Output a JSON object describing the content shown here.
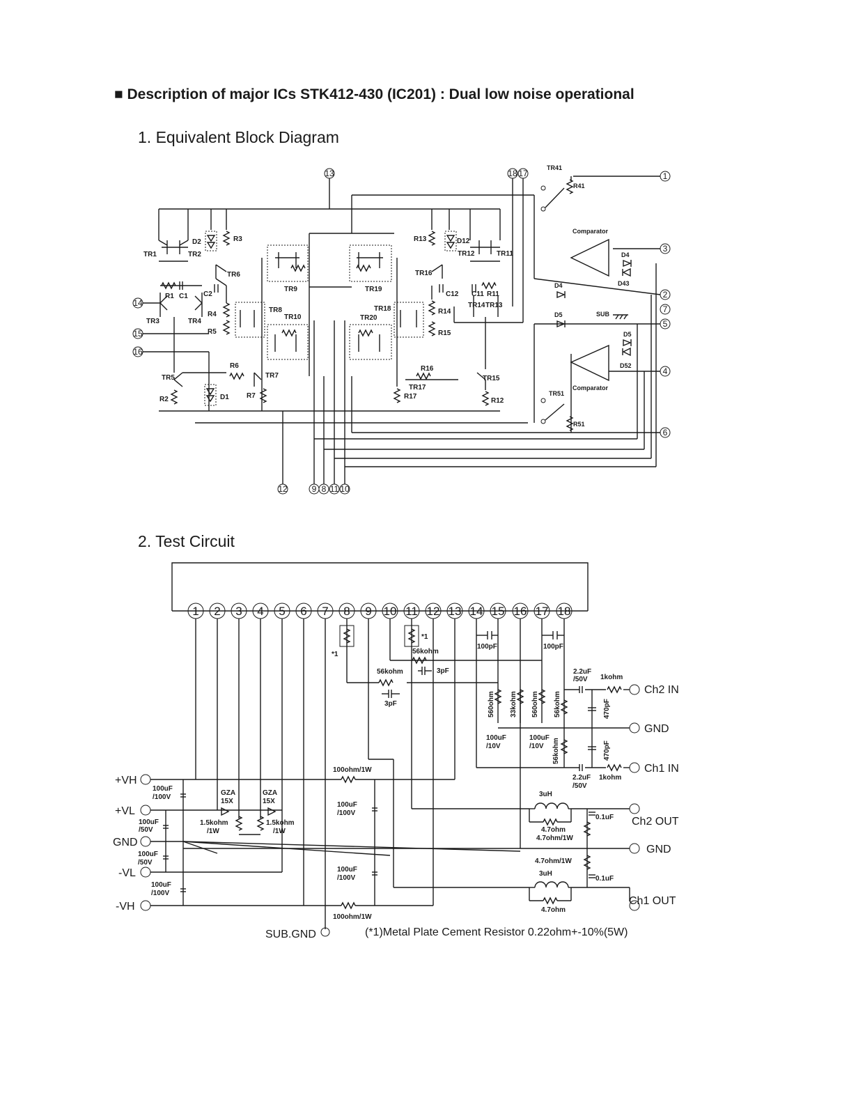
{
  "heading": "■ Description of major ICs STK412-430 (IC201) : Dual low noise operational",
  "section1_title": "1. Equivalent Block Diagram",
  "section2_title": "2. Test Circuit",
  "block_diagram": {
    "pins_top": [
      "13",
      "18",
      "17",
      "1"
    ],
    "pins_right": [
      "3",
      "2",
      "7",
      "5",
      "4",
      "6"
    ],
    "pins_left": [
      "14",
      "15",
      "16"
    ],
    "pins_bottom": [
      "12",
      "9",
      "8",
      "11",
      "10"
    ],
    "labels": {
      "tr41": "TR41",
      "r41": "R41",
      "comp1": "Comparator",
      "comp2": "Comparator",
      "d4a": "D4",
      "d43": "D43",
      "d4b": "D4",
      "d5a": "D5",
      "d5b": "D5",
      "d52": "D52",
      "sub": "SUB",
      "tr51": "TR51",
      "r51": "R51",
      "tr1": "TR1",
      "tr2": "TR2",
      "d2": "D2",
      "r3": "R3",
      "tr6": "TR6",
      "c2": "C2",
      "r1": "R1",
      "c1": "C1",
      "tr3": "TR3",
      "tr4": "TR4",
      "r4": "R4",
      "r5": "R5",
      "tr8": "TR8",
      "tr9": "TR9",
      "tr10": "TR10",
      "tr19": "TR19",
      "tr18": "TR18",
      "tr20": "TR20",
      "r13": "R13",
      "d12": "D12",
      "tr12": "TR12",
      "tr11": "TR11",
      "tr16": "TR16",
      "c12": "C12",
      "c11": "C11",
      "r11": "R11",
      "tr14": "TR14",
      "tr13": "TR13",
      "r14": "R14",
      "r15": "R15",
      "tr5": "TR5",
      "r6": "R6",
      "tr7": "TR7",
      "r2": "R2",
      "d1": "D1",
      "r7": "R7",
      "r16": "R16",
      "tr17": "TR17",
      "tr15": "TR15",
      "r17": "R17",
      "r12": "R12"
    }
  },
  "test_circuit": {
    "pins": [
      "1",
      "2",
      "3",
      "4",
      "5",
      "6",
      "7",
      "8",
      "9",
      "10",
      "11",
      "12",
      "13",
      "14",
      "15",
      "16",
      "17",
      "18"
    ],
    "terminals_left": [
      "+VH",
      "+VL",
      "GND",
      "-VL",
      "-VH"
    ],
    "terminals_right": [
      "Ch2 IN",
      "GND",
      "Ch1 IN",
      "Ch2 OUT",
      "GND",
      "Ch1 OUT"
    ],
    "sub_gnd": "SUB.GND",
    "footnote": "(*1)Metal Plate Cement Resistor 0.22ohm+-10%(5W)",
    "labels": {
      "star1a": "*1",
      "star1b": "*1",
      "c100pf_a": "100pF",
      "c100pf_b": "100pF",
      "r56k_a": "56kohm",
      "c3pf_a": "3pF",
      "r56k_b": "56kohm",
      "c3pf_b": "3pF",
      "r560_a": "560ohm",
      "r33k": "33kohm",
      "r560_b": "560ohm",
      "r56k_c": "56kohm",
      "c22_top1": "2.2uF",
      "c22_top2": "/50V",
      "r1k_top": "1kohm",
      "c470_a": "470pF",
      "c100_10_a1": "100uF",
      "c100_10_a2": "/10V",
      "c100_10_b1": "100uF",
      "c100_10_b2": "/10V",
      "r56k_d": "56kohm",
      "c470_b": "470pF",
      "c22_bot1": "2.2uF",
      "c22_bot2": "/50V",
      "r1k_bot": "1kohm",
      "r100_top": "100ohm/1W",
      "r100_bot": "100ohm/1W",
      "c100_100_a1": "100uF",
      "c100_100_a2": "/100V",
      "gza1a": "GZA",
      "gza1b": "15X",
      "gza2a": "GZA",
      "gza2b": "15X",
      "r15k_a1": "1.5kohm",
      "r15k_a2": "/1W",
      "r15k_b1": "1.5kohm",
      "r15k_b2": "/1W",
      "c100_50_a1": "100uF",
      "c100_50_a2": "/50V",
      "c100_50_b1": "100uF",
      "c100_50_b2": "/50V",
      "c100_100_b1": "100uF",
      "c100_100_b2": "/100V",
      "c100_100_c1": "100uF",
      "c100_100_c2": "/100V",
      "c100_100_d1": "100uF",
      "c100_100_d2": "/100V",
      "l3uh_a": "3uH",
      "r47_a": "4.7ohm",
      "r47w_a": "4.7ohm/1W",
      "c01_a": "0.1uF",
      "r47w_b": "4.7ohm/1W",
      "l3uh_b": "3uH",
      "c01_b": "0.1uF",
      "r47_b": "4.7ohm"
    }
  }
}
